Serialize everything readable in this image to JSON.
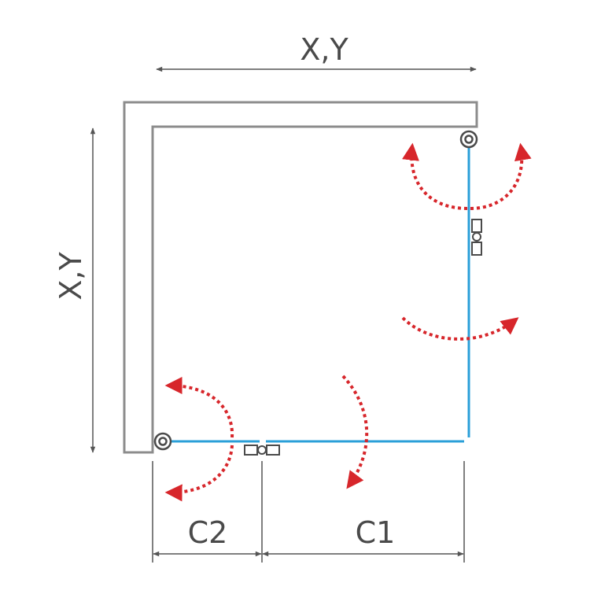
{
  "labels": {
    "top_dimension": "X,Y",
    "left_dimension": "X,Y",
    "bottom_left_dimension": "C2",
    "bottom_right_dimension": "C1"
  },
  "colors": {
    "wall": "#8c8c8c",
    "glass": "#2a9fd8",
    "swing_arrow": "#d7262b",
    "dimension_line": "#555555",
    "text": "#4a4a4a",
    "hardware": "#4a4a4a"
  }
}
